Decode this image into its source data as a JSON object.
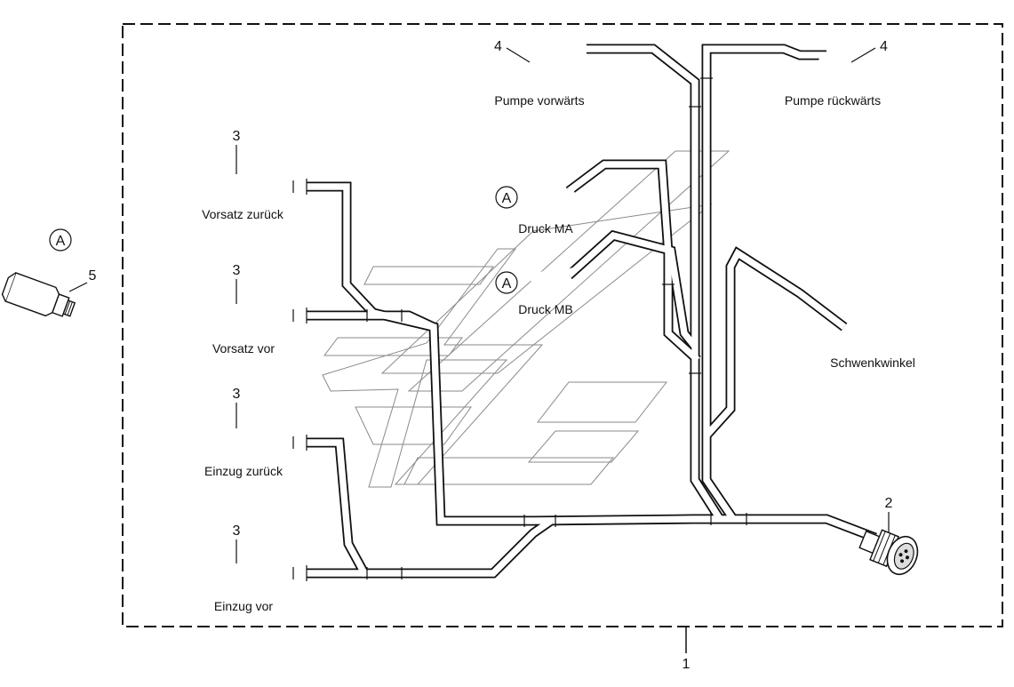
{
  "diagram": {
    "assembly_number": "1",
    "callouts": {
      "plug_number": "2",
      "sensor_number": "3",
      "pump_number": "4",
      "part_number": "5",
      "detail_mark": "A"
    },
    "labels": {
      "pumpe_vorwaerts": "Pumpe vorwärts",
      "pumpe_rueckwaerts": "Pumpe rückwärts",
      "vorsatz_zurueck": "Vorsatz zurück",
      "vorsatz_vor": "Vorsatz vor",
      "einzug_zurueck": "Einzug zurück",
      "einzug_vor": "Einzug vor",
      "druck_ma": "Druck MA",
      "druck_mb": "Druck MB",
      "schwenkwinkel": "Schwenkwinkel"
    }
  }
}
